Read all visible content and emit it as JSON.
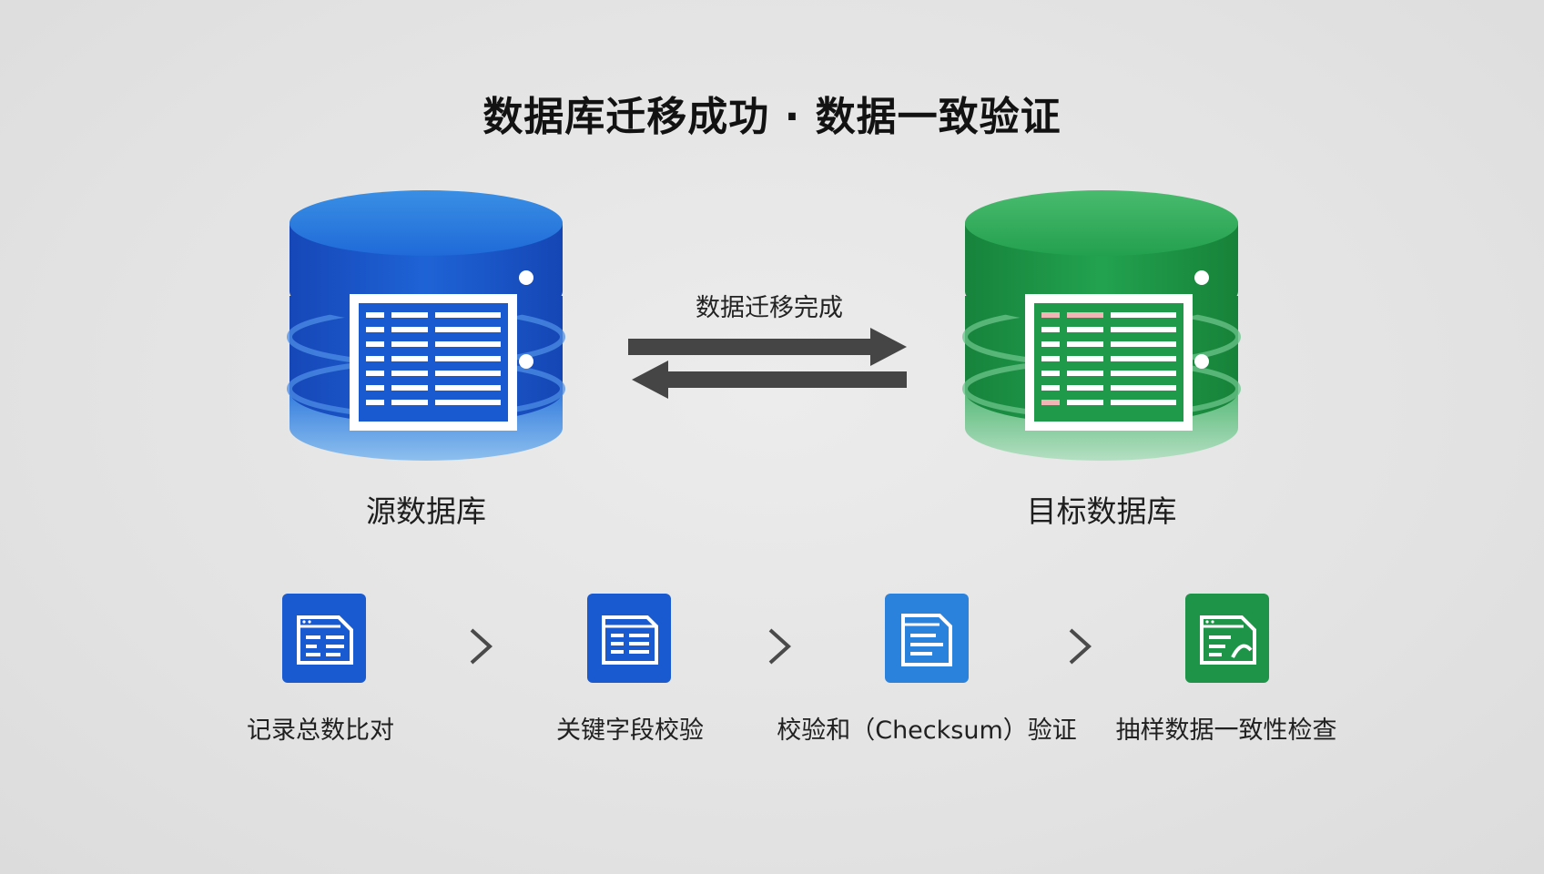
{
  "title": "数据库迁移成功 · 数据一致验证",
  "source_db": {
    "label": "源数据库",
    "color": "#1a5ed0"
  },
  "target_db": {
    "label": "目标数据库",
    "color": "#1f9a4a"
  },
  "migration_caption": "数据迁移完成",
  "steps": [
    {
      "label": "记录总数比对",
      "icon": "document-list-icon",
      "color": "#1a5ad0"
    },
    {
      "label": "关键字段校验",
      "icon": "document-table-icon",
      "color": "#1a5ad0"
    },
    {
      "label": "校验和（Checksum）验证",
      "icon": "document-check-icon",
      "color": "#2a82dc"
    },
    {
      "label": "抽样数据一致性检查",
      "icon": "document-sample-icon",
      "color": "#1d9448"
    }
  ]
}
